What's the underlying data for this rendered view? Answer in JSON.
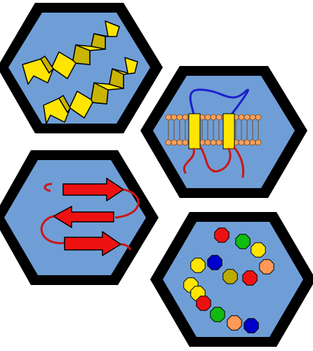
{
  "panels": [
    {
      "id": "alpha-helix",
      "icon": "alpha-helix-icon",
      "color": "#FFE500"
    },
    {
      "id": "membrane-protein",
      "icon": "transmembrane-protein-icon",
      "membrane_color": "#F6A15F",
      "helix_color": "#FFE500",
      "loop_color_top": "#1E1ECC",
      "loop_color_bottom": "#CC1616"
    },
    {
      "id": "beta-sheet",
      "icon": "beta-sheet-icon",
      "color": "#EE1111"
    },
    {
      "id": "amino-acid-chain",
      "icon": "amino-acid-chain-icon",
      "bead_colors": [
        "#EE1111",
        "#11BB11",
        "#FFE500",
        "#FF9955",
        "#BBAA00",
        "#EE1111",
        "#FFE500",
        "#0000CC",
        "#FFE500",
        "#FFE500",
        "#EE1111",
        "#11BB11",
        "#FF9955",
        "#0000CC"
      ]
    }
  ],
  "colors": {
    "hex_fill": "#6F9ED6",
    "hex_border": "#000000",
    "background": "#FFFFFF"
  }
}
